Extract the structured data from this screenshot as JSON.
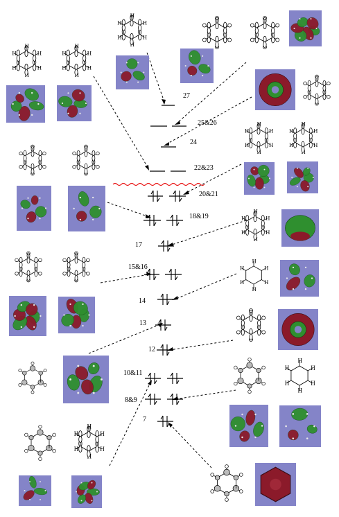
{
  "levels": [
    {
      "label": "27"
    },
    {
      "label": "25&26"
    },
    {
      "label": "24"
    },
    {
      "label": "22&23"
    },
    {
      "label": "20&21"
    },
    {
      "label": "18&19"
    },
    {
      "label": "17"
    },
    {
      "label": "15&16"
    },
    {
      "label": "14"
    },
    {
      "label": "13"
    },
    {
      "label": "12"
    },
    {
      "label": "10&11"
    },
    {
      "label": "8&9"
    },
    {
      "label": "7"
    }
  ],
  "atom_label": "H",
  "colors": {
    "mo_background": "#8484c8",
    "lobe_green": "#2f8f2f",
    "lobe_red": "#8b1a2a",
    "homo_lumo_gap": "#e81010"
  }
}
